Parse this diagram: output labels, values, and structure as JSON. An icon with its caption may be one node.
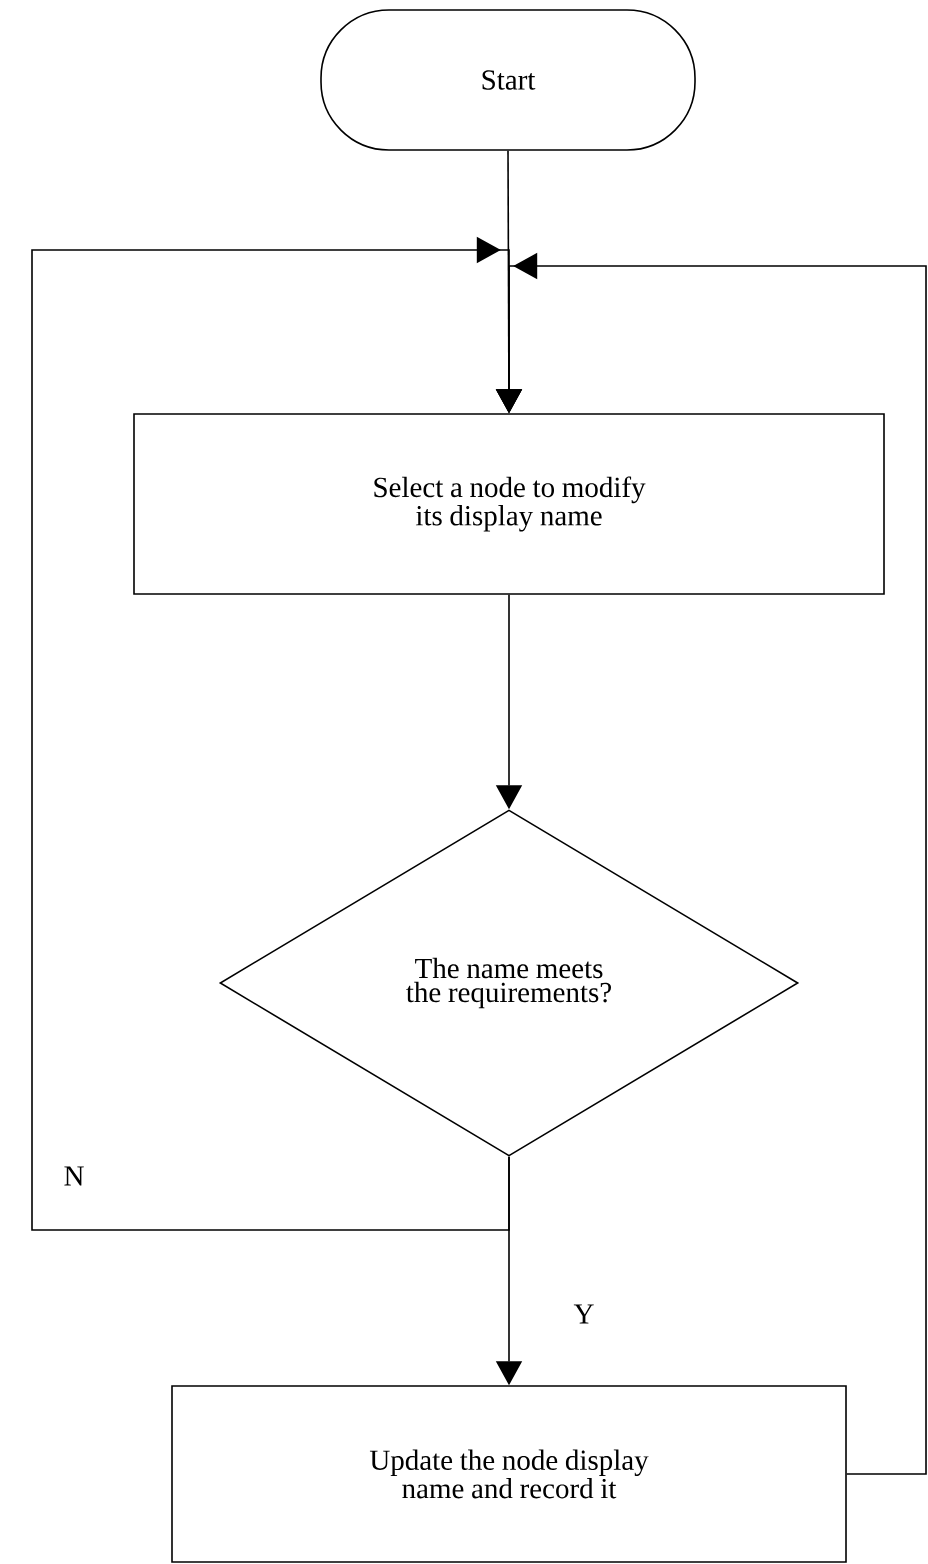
{
  "diagram": {
    "nodes": [
      {
        "text": [
          "Start"
        ]
      },
      {
        "text": [
          "Select a node to modify its display name"
        ]
      },
      {
        "text": [
          "The name meets the requirements?"
        ]
      },
      {
        "text": [
          "Update the node display name and record it"
        ]
      }
    ],
    "edges": [
      {
        "from": 0,
        "to": 1,
        "arrow": "to"
      },
      {
        "from": 1,
        "to": 2,
        "arrow": "to"
      },
      {
        "from": 2,
        "to": 1,
        "arrow": "to",
        "label": "N"
      },
      {
        "from": 2,
        "to": 3,
        "arrow": "to",
        "label": "Y"
      },
      {
        "from": 3,
        "to": 1,
        "arrow": "to"
      }
    ]
  }
}
